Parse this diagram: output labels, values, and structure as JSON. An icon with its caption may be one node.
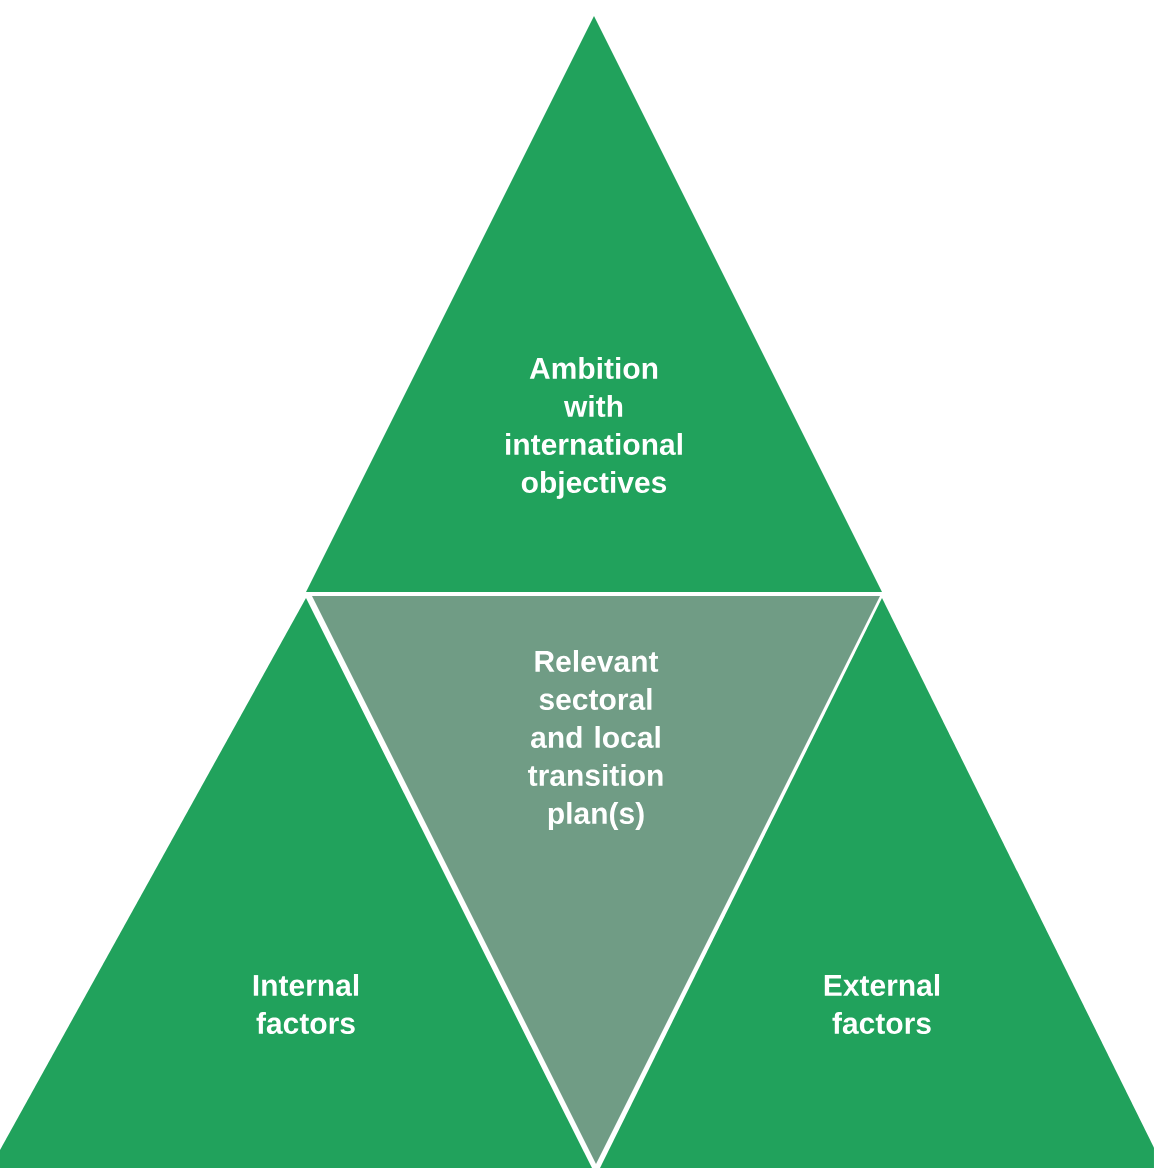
{
  "diagram": {
    "nodes": [
      {
        "text": [
          "Ambition with international objectives"
        ]
      },
      {
        "text": [
          "Relevant sectoral and local transition plan(s)"
        ]
      },
      {
        "text": [
          "Internal factors"
        ]
      },
      {
        "text": [
          "External factors"
        ]
      }
    ]
  }
}
